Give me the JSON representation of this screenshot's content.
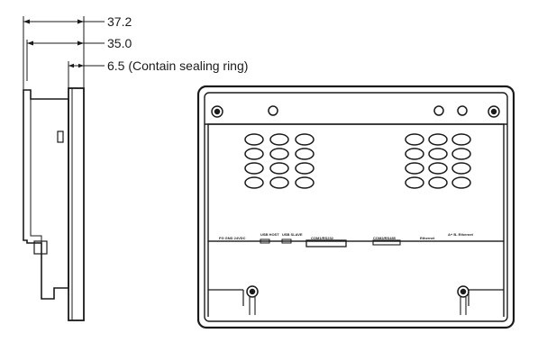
{
  "dimensions": {
    "overall_depth": "37.2",
    "body_depth": "35.0",
    "panel_thickness": "6.5 (Contain sealing ring)"
  },
  "rear_labels": {
    "power": "FG GND 24VDC",
    "usb_host": "USB HOST",
    "usb_slave": "USB SLAVE",
    "com1": "COM1/RS232",
    "com2": "COM2/RS485",
    "ethernet": "Ethernet",
    "can": "A+ B- Ethernet"
  },
  "colors": {
    "line": "#1a1a1a",
    "background": "#ffffff"
  }
}
